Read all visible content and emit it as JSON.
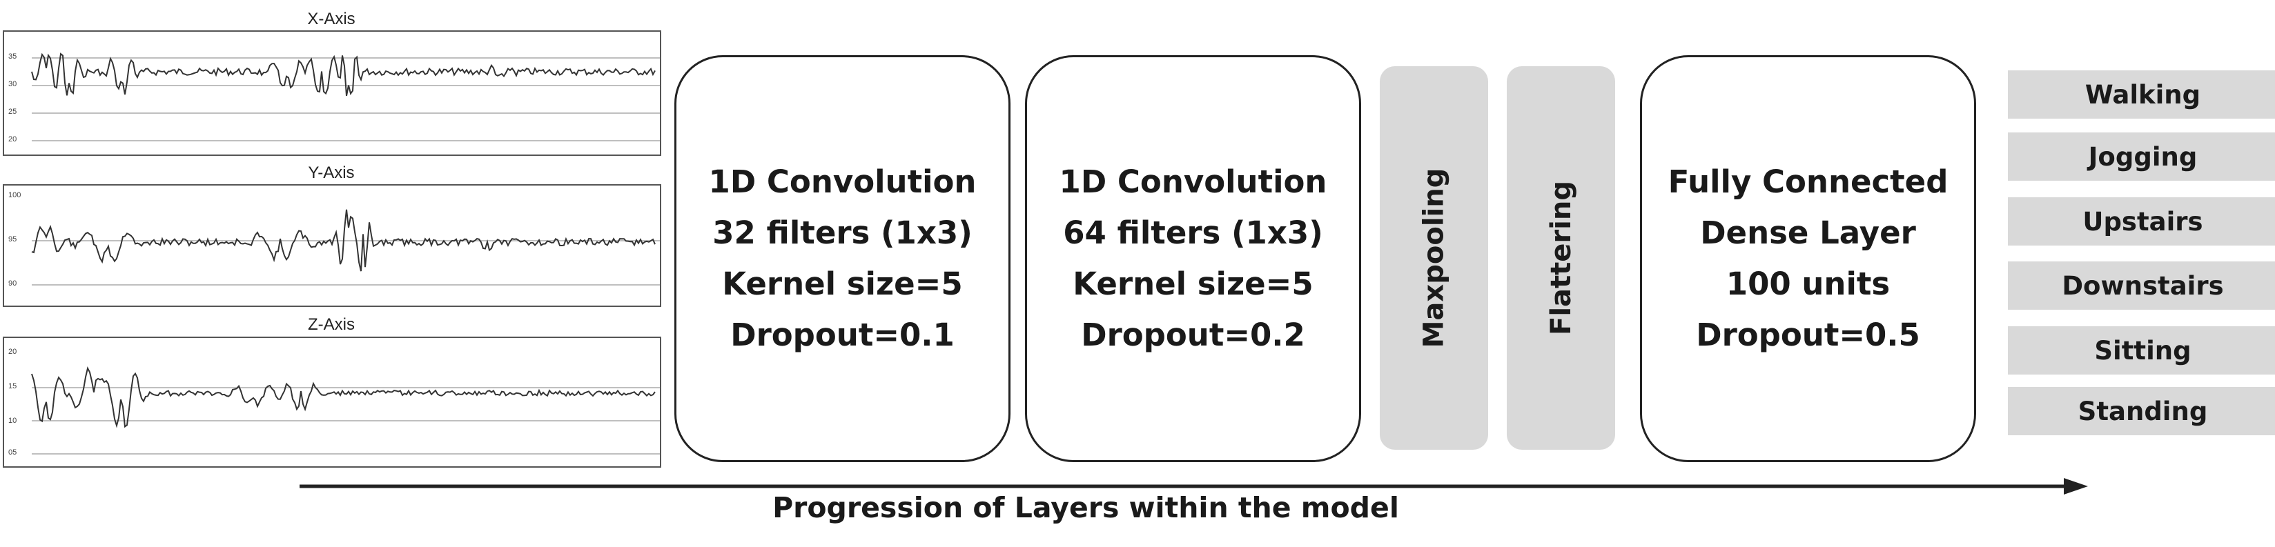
{
  "signals": [
    {
      "title": "X-Axis",
      "ticks": [
        "35",
        "30",
        "25",
        "20"
      ]
    },
    {
      "title": "Y-Axis",
      "ticks": [
        "100",
        "95",
        "90"
      ]
    },
    {
      "title": "Z-Axis",
      "ticks": [
        "20",
        "15",
        "10",
        "05"
      ]
    }
  ],
  "layers": [
    {
      "lines": [
        "1D Convolution",
        "32 filters (1x3)",
        "Kernel size=5",
        "Dropout=0.1"
      ]
    },
    {
      "lines": [
        "1D Convolution",
        "64 filters (1x3)",
        "Kernel size=5",
        "Dropout=0.2"
      ]
    },
    {
      "label": "Maxpooling"
    },
    {
      "label": "Flattering"
    },
    {
      "lines": [
        "Fully Connected",
        "Dense Layer",
        "100 units",
        "Dropout=0.5"
      ]
    }
  ],
  "classes": [
    "Walking",
    "Jogging",
    "Upstairs",
    "Downstairs",
    "Sitting",
    "Standing"
  ],
  "arrow_caption": "Progression of Layers within the model",
  "colors": {
    "box_fill": "#d9d9d9",
    "stroke": "#222222",
    "signal": "#333333",
    "grid": "#999999"
  }
}
